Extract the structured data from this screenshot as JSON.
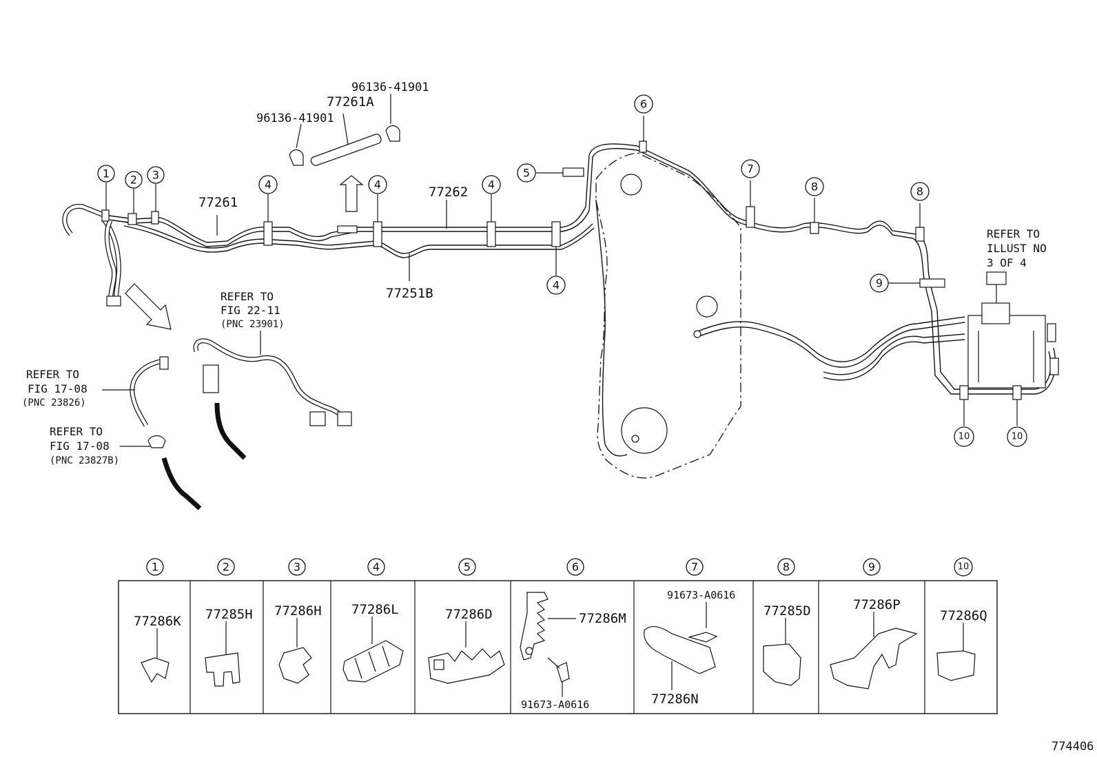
{
  "diagram": {
    "labels": {
      "p77261": "77261",
      "p77262": "77262",
      "p77251B": "77251B",
      "p77261A": "77261A",
      "p96136_top": "96136-41901",
      "p96136_left": "96136-41901"
    },
    "references": {
      "fig2211": [
        "REFER TO",
        "FIG 22-11",
        "(PNC 23901)"
      ],
      "fig1708a": [
        "REFER TO",
        "FIG 17-08",
        "(PNC 23826)"
      ],
      "fig1708b": [
        "REFER TO",
        "FIG 17-08",
        "(PNC 23827B)"
      ],
      "illust": [
        "REFER TO",
        "ILLUST NO",
        "3 OF 4"
      ]
    },
    "callouts": {
      "c1": "1",
      "c2": "2",
      "c3": "3",
      "c4": "4",
      "c5": "5",
      "c6": "6",
      "c7": "7",
      "c8": "8",
      "c9": "9",
      "c10": "10"
    },
    "legend": [
      {
        "num": "1",
        "parts": [
          "77286K"
        ]
      },
      {
        "num": "2",
        "parts": [
          "77285H"
        ]
      },
      {
        "num": "3",
        "parts": [
          "77286H"
        ]
      },
      {
        "num": "4",
        "parts": [
          "77286L"
        ]
      },
      {
        "num": "5",
        "parts": [
          "77286D"
        ]
      },
      {
        "num": "6",
        "parts": [
          "77286M",
          "91673-A0616"
        ]
      },
      {
        "num": "7",
        "parts": [
          "91673-A0616",
          "77286N"
        ]
      },
      {
        "num": "8",
        "parts": [
          "77285D"
        ]
      },
      {
        "num": "9",
        "parts": [
          "77286P"
        ]
      },
      {
        "num": "10",
        "parts": [
          "77286Q"
        ]
      }
    ],
    "figure_number": "774406"
  }
}
